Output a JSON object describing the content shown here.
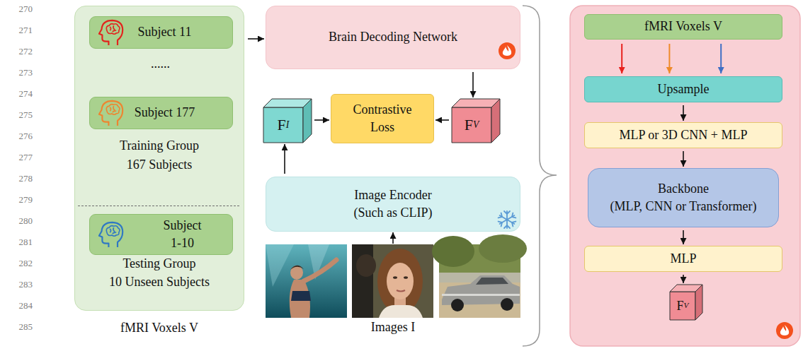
{
  "diagram": {
    "nodes": [
      {
        "text": [
          "Training Group",
          "167 Subjects",
          "Testing Group",
          "10 Unseen Subjects",
          "fMRI Voxels V"
        ]
      },
      {
        "text": [
          "Subject 11"
        ],
        "in": 0
      },
      {
        "text": [
          "Subject 177"
        ],
        "in": 0
      },
      {
        "text": [
          "Subject 1-10"
        ],
        "in": 0
      },
      {
        "text": [
          "Brain Decoding Network"
        ]
      },
      {
        "text": [
          "F",
          "I"
        ]
      },
      {
        "text": [
          "Contrastive Loss"
        ]
      },
      {
        "text": [
          "F",
          "V"
        ]
      },
      {
        "text": [
          "Image Encoder",
          "(Such as CLIP)"
        ]
      },
      {
        "text": [
          "Images I"
        ]
      },
      {
        "text": [
          "fMRI Voxels V"
        ]
      },
      {
        "text": [
          "Upsample"
        ]
      },
      {
        "text": [
          "MLP or 3D CNN + MLP"
        ]
      },
      {
        "text": [
          "Backbone",
          "(MLP, CNN or Transformer)"
        ]
      },
      {
        "text": [
          "MLP"
        ]
      },
      {
        "text": [
          "F",
          "V"
        ]
      }
    ],
    "edges": [
      {
        "from": 0,
        "to": 4,
        "arrow": "to"
      },
      {
        "from": 4,
        "to": 7,
        "arrow": "to"
      },
      {
        "from": 7,
        "to": 6,
        "arrow": "to"
      },
      {
        "from": 5,
        "to": 6,
        "arrow": "to"
      },
      {
        "from": 8,
        "to": 5,
        "arrow": "to"
      },
      {
        "from": 9,
        "to": 8,
        "arrow": "to"
      },
      {
        "from": 10,
        "to": 11,
        "arrow": "to"
      },
      {
        "from": 10,
        "to": 11,
        "arrow": "to"
      },
      {
        "from": 10,
        "to": 11,
        "arrow": "to"
      },
      {
        "from": 11,
        "to": 12,
        "arrow": "to"
      },
      {
        "from": 12,
        "to": 13,
        "arrow": "to"
      },
      {
        "from": 13,
        "to": 14,
        "arrow": "to"
      },
      {
        "from": 14,
        "to": 15,
        "arrow": "to"
      }
    ],
    "labels": [
      "270",
      "271",
      "272",
      "273",
      "274",
      "275",
      "276",
      "277",
      "278",
      "279",
      "280",
      "281",
      "282",
      "283",
      "284",
      "285",
      "......"
    ]
  }
}
